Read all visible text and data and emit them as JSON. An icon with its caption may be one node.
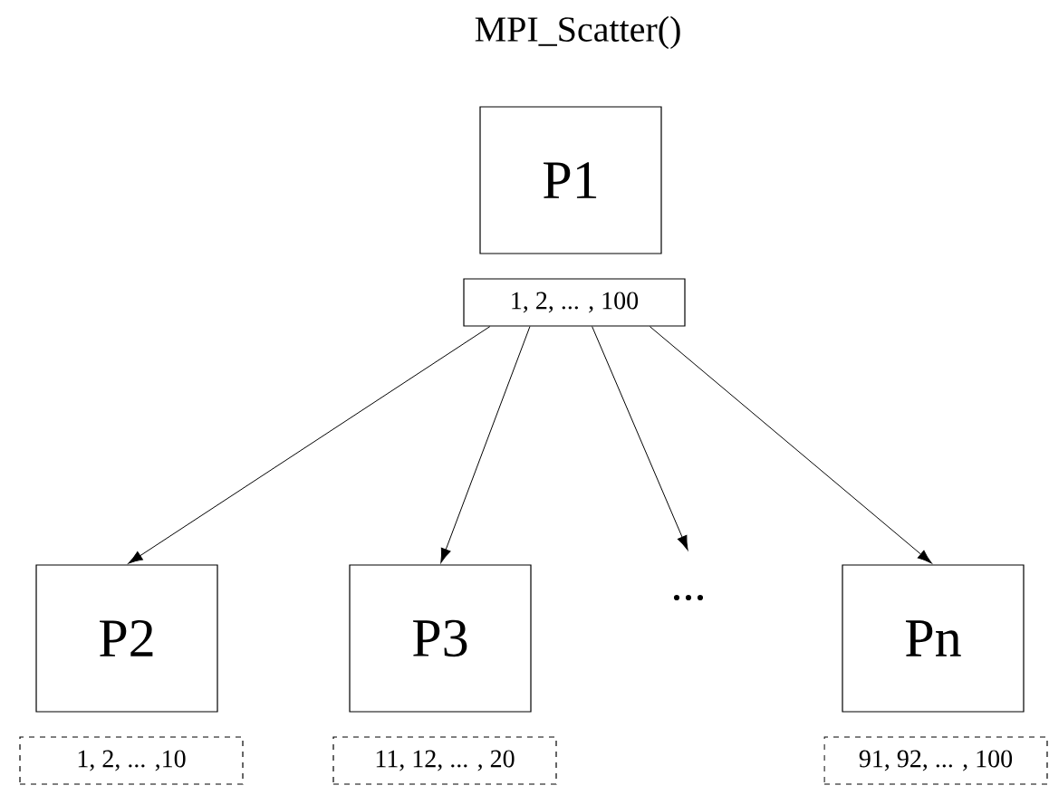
{
  "diagram": {
    "title": "MPI_Scatter()",
    "nodes": [
      {
        "text": [
          "P1"
        ]
      },
      {
        "text": [
          "1, 2, ... , 100"
        ]
      },
      {
        "text": [
          "P2"
        ]
      },
      {
        "text": [
          "P3"
        ]
      },
      {
        "text": [
          "..."
        ]
      },
      {
        "text": [
          "Pn"
        ]
      },
      {
        "text": [
          "1, 2, ... ,10"
        ]
      },
      {
        "text": [
          "11, 12, ... , 20"
        ]
      },
      {
        "text": [
          "91, 92, ... , 100"
        ]
      }
    ],
    "edges": [
      {
        "from": 1,
        "to": 2,
        "arrow": "to"
      },
      {
        "from": 1,
        "to": 3,
        "arrow": "to"
      },
      {
        "from": 1,
        "to": 4,
        "arrow": "to"
      },
      {
        "from": 1,
        "to": 5,
        "arrow": "to"
      }
    ]
  }
}
